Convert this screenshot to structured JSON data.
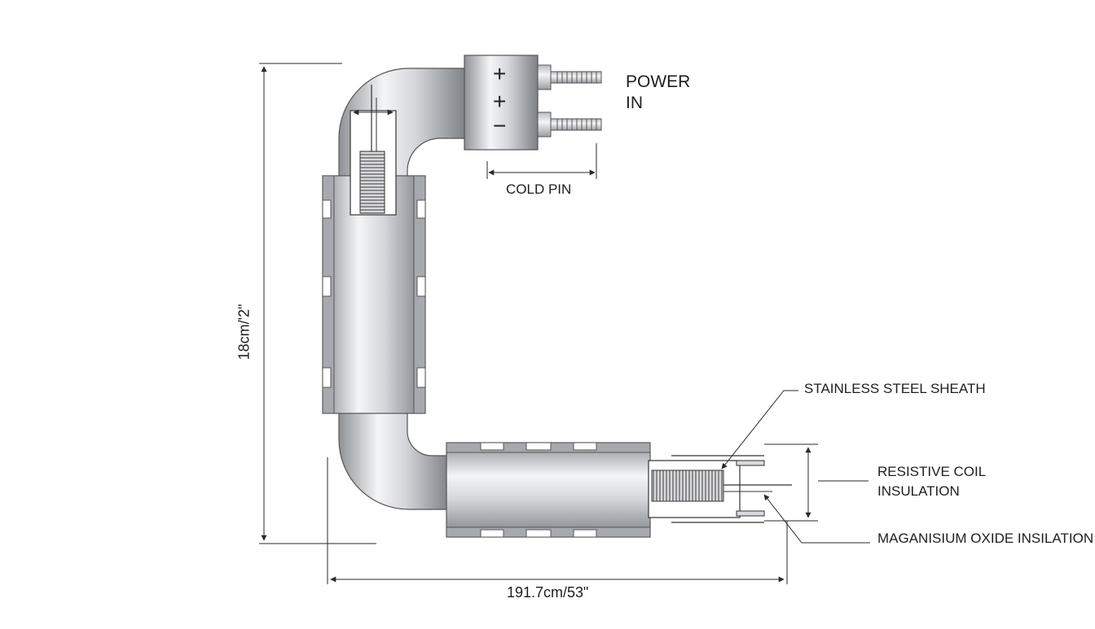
{
  "labels": {
    "power_in_line1": "POWER",
    "power_in_line2": "IN",
    "terminal_plus_1": "+",
    "terminal_plus_2": "+",
    "terminal_minus": "−",
    "cold_pin": "COLD PIN",
    "sheath": "STAINLESS STEEL SHEATH",
    "resistive_coil_line1": "RESISTIVE COIL",
    "resistive_coil_line2": "INSULATION",
    "mgo_insulation": "MAGANISIUM OXIDE INSILATION",
    "height_dimension": "18cm/'2\"",
    "width_dimension": "191.7cm/53\""
  },
  "colors": {
    "line": "#2a2a2a",
    "metal_dark": "#8c8f94",
    "metal_light": "#f2f3f5",
    "text": "#1e1e1e"
  }
}
